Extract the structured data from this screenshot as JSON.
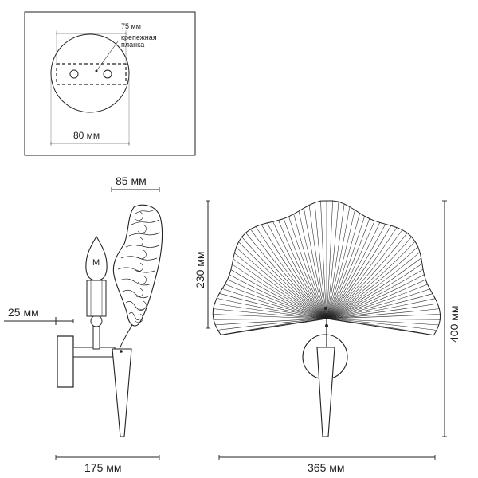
{
  "mount_detail": {
    "plate_width_label": "75 мм",
    "plate_name_line1": "крепежная",
    "plate_name_line2": "планка",
    "base_diameter_label": "80 мм"
  },
  "side_view": {
    "top_width_label": "85 мм",
    "wall_offset_label": "25 мм",
    "depth_label": "175 мм",
    "bulb_marking": "M"
  },
  "front_view": {
    "shade_height_label": "230 мм",
    "total_height_label": "400 мм",
    "width_label": "365 мм"
  }
}
